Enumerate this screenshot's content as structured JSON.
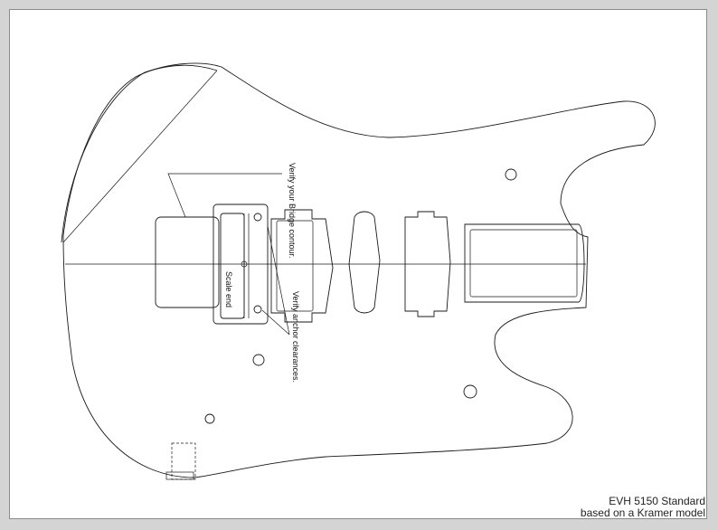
{
  "annotations": {
    "bridge_contour": "Verify your Bridge contour.",
    "anchor_clearance": "Verify anchor clearances.",
    "scale_end": "Scale end"
  },
  "title_block": {
    "model": "EVH 5150 Standard",
    "basis": "based on a Kramer model"
  },
  "colors": {
    "background": "#d4d4d4",
    "sheet": "#ffffff",
    "ink": "#1a1a1a"
  }
}
